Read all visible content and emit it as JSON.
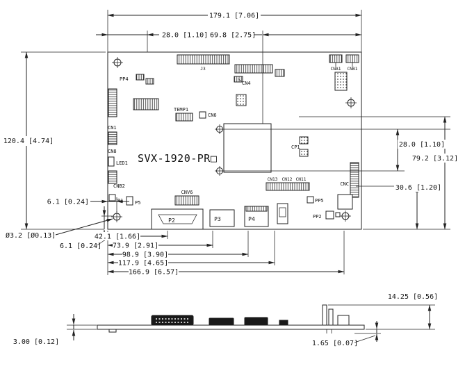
{
  "board": {
    "model": "SVX-1920-PR□"
  },
  "dims": {
    "top_width": "179.1 [7.06]",
    "top_offset_left": "28.0 [1.10]",
    "top_offset_right": "69.8 [2.75]",
    "left_height": "120.4 [4.74]",
    "right_hole_pitch": "28.0 [1.10]",
    "right_span": "79.2 [3.12]",
    "right_lower": "30.6 [1.20]",
    "hole_offset_x": "6.1 [0.24]",
    "hole_offset_y": "6.1 [0.24]",
    "hole_diameter": "Ø3.2 [Ø0.13]",
    "chain": [
      "42.1 [1.66]",
      "73.9 [2.91]",
      "98.9 [3.90]",
      "117.9 [4.65]",
      "166.9 [6.57]"
    ]
  },
  "side": {
    "height": "14.25 [0.56]",
    "protrusion": "1.65 [0.07]",
    "thickness": "3.00 [0.12]"
  },
  "components": {
    "pp4": "PP4",
    "cn1": "CN1",
    "cn8": "CN8",
    "led1": "LED1",
    "cnb2": "CNB2",
    "r1": "R1",
    "p5": "P5",
    "temp1": "TEMP1",
    "cn6": "CN6",
    "j3": "J3",
    "cn4": "CN4",
    "cna1": "CNA1",
    "cnb1": "CNB1",
    "cp1": "CP1",
    "cn13": "CN13",
    "cn12": "CN12",
    "cn11": "CN11",
    "cnc": "CNC",
    "pp5": "PP5",
    "pp2": "PP2",
    "cnv6": "CNV6",
    "p2": "P2",
    "p3": "P3",
    "p4": "P4"
  }
}
